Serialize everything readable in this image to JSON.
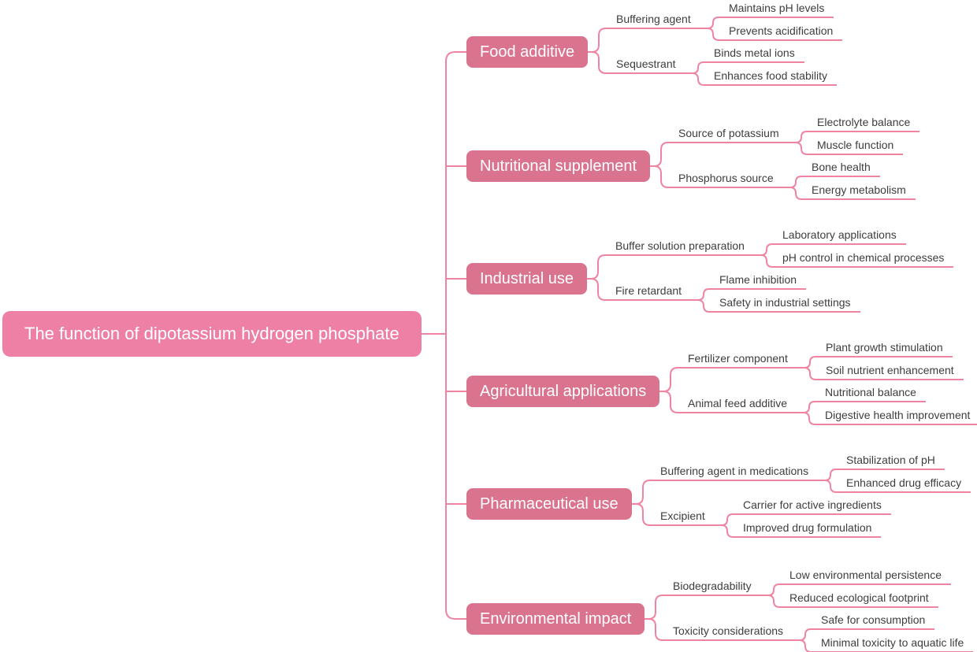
{
  "colors": {
    "background": "#ffffff",
    "root_fill": "#ee80a6",
    "branch_fill": "#d9738e",
    "line": "#ef84a1",
    "box_text": "#ffffff",
    "node_text": "#3d3d3d"
  },
  "mindmap": {
    "root": {
      "label": "The function of dipotassium hydrogen phosphate"
    },
    "branches": [
      {
        "label": "Food additive",
        "children": [
          {
            "label": "Buffering agent",
            "children": [
              {
                "label": "Maintains pH levels"
              },
              {
                "label": "Prevents acidification"
              }
            ]
          },
          {
            "label": "Sequestrant",
            "children": [
              {
                "label": "Binds metal ions"
              },
              {
                "label": "Enhances food stability"
              }
            ]
          }
        ]
      },
      {
        "label": "Nutritional supplement",
        "children": [
          {
            "label": "Source of potassium",
            "children": [
              {
                "label": "Electrolyte balance"
              },
              {
                "label": "Muscle function"
              }
            ]
          },
          {
            "label": "Phosphorus source",
            "children": [
              {
                "label": "Bone health"
              },
              {
                "label": "Energy metabolism"
              }
            ]
          }
        ]
      },
      {
        "label": "Industrial use",
        "children": [
          {
            "label": "Buffer solution preparation",
            "children": [
              {
                "label": "Laboratory applications"
              },
              {
                "label": "pH control in chemical processes"
              }
            ]
          },
          {
            "label": "Fire retardant",
            "children": [
              {
                "label": "Flame inhibition"
              },
              {
                "label": "Safety in industrial settings"
              }
            ]
          }
        ]
      },
      {
        "label": "Agricultural applications",
        "children": [
          {
            "label": "Fertilizer component",
            "children": [
              {
                "label": "Plant growth stimulation"
              },
              {
                "label": "Soil nutrient enhancement"
              }
            ]
          },
          {
            "label": "Animal feed additive",
            "children": [
              {
                "label": "Nutritional balance"
              },
              {
                "label": "Digestive health improvement"
              }
            ]
          }
        ]
      },
      {
        "label": "Pharmaceutical use",
        "children": [
          {
            "label": "Buffering agent in medications",
            "children": [
              {
                "label": "Stabilization of pH"
              },
              {
                "label": "Enhanced drug efficacy"
              }
            ]
          },
          {
            "label": "Excipient",
            "children": [
              {
                "label": "Carrier for active ingredients"
              },
              {
                "label": "Improved drug formulation"
              }
            ]
          }
        ]
      },
      {
        "label": "Environmental impact",
        "children": [
          {
            "label": "Biodegradability",
            "children": [
              {
                "label": "Low environmental persistence"
              },
              {
                "label": "Reduced ecological footprint"
              }
            ]
          },
          {
            "label": "Toxicity considerations",
            "children": [
              {
                "label": "Safe for consumption"
              },
              {
                "label": "Minimal toxicity to aquatic life"
              }
            ]
          }
        ]
      }
    ]
  }
}
